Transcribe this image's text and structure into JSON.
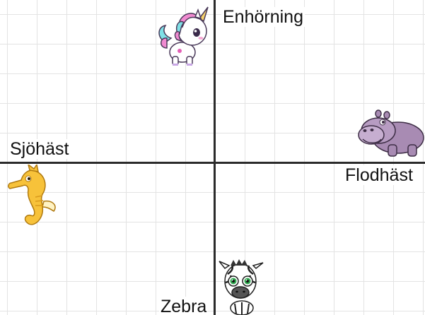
{
  "quadrant": {
    "axis_color": "#2b2b2b",
    "grid_color": "#e3e3e3",
    "labels": {
      "top": "Enhörning",
      "left": "Sjöhäst",
      "right": "Flodhäst",
      "bottom": "Zebra"
    },
    "images": {
      "unicorn": "unicorn-icon",
      "hippo": "hippo-icon",
      "seahorse": "seahorse-icon",
      "zebra": "zebra-icon"
    }
  }
}
